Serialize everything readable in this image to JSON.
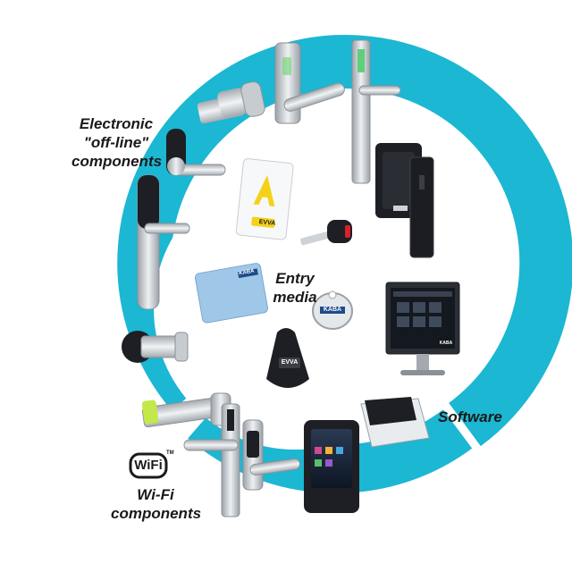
{
  "labels": {
    "electronic_offline": [
      "Electronic",
      "\"off-line\"",
      "components"
    ],
    "entry_media": [
      "Entry",
      "media"
    ],
    "software": "Software",
    "wifi": [
      "Wi-Fi",
      "components"
    ]
  },
  "logos": {
    "wifi_badge": "WiFi",
    "wifi_tm": "TM",
    "evva_card": "EVVA",
    "evva_fob": "EVVA",
    "kaba_card": "KABA",
    "kaba_tag": "KABA",
    "kaba_monitor": "KABA",
    "card_letter": "A"
  },
  "colors": {
    "ring": "#1bb7d3",
    "card_yellow": "#f4d21a",
    "device_dark": "#1d1f24",
    "metal": "#c9ced3"
  }
}
